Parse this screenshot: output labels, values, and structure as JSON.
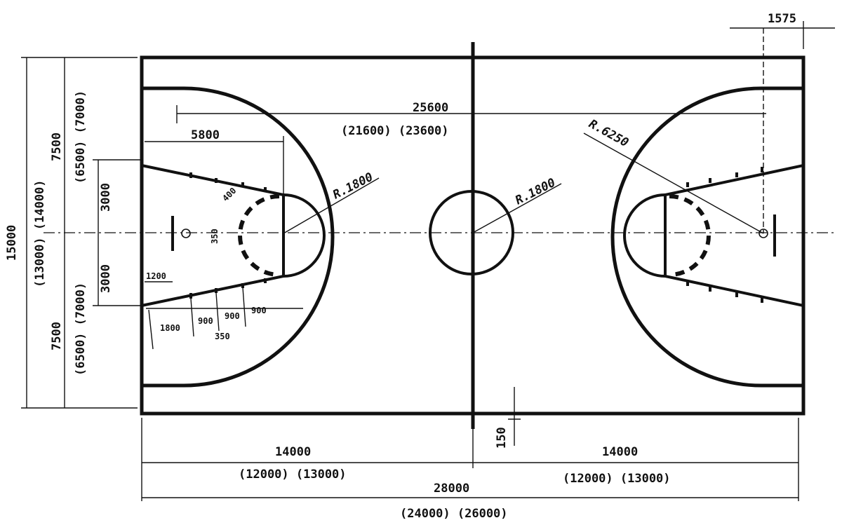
{
  "dimensions": {
    "width_main": "15000",
    "width_alt": "(13000) (14000)",
    "half_width_top": "7500",
    "half_width_top_alt": "(6500) (7000)",
    "half_width_bottom": "7500",
    "half_width_bottom_alt": "(6500) (7000)",
    "key_half_top": "3000",
    "key_half_bottom": "3000",
    "three_point_span": "25600",
    "three_point_span_alt": "(21600) (23600)",
    "key_length": "5800",
    "radius_free_throw": "R.1800",
    "radius_center": "R.1800",
    "radius_three_point": "R.6250",
    "corner_offset": "1575",
    "backboard_offset": "1200",
    "marking_width": "400",
    "marking_depth": "350",
    "lane_spacing_first": "1800",
    "lane_spacing_1": "900",
    "lane_spacing_2": "900",
    "lane_spacing_3": "900",
    "lane_marking_depth": "350",
    "center_line_width": "150",
    "half_length_left": "14000",
    "half_length_left_alt": "(12000) (13000)",
    "half_length_right": "14000",
    "half_length_right_alt": "(12000) (13000)",
    "total_length": "28000",
    "total_length_alt": "(24000) (26000)"
  },
  "colors": {
    "ink": "#111111",
    "paper": "#ffffff"
  }
}
